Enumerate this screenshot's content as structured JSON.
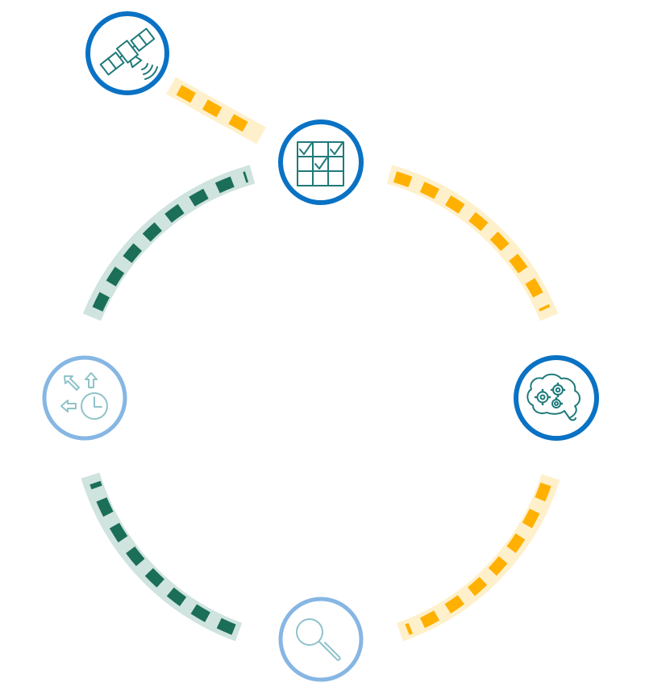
{
  "colors": {
    "strong_ring": "#0a72c4",
    "light_ring": "#86b6e3",
    "icon_teal": "#1f7a7a",
    "icon_light": "#8fc3c9",
    "track_green": "#cfe3df",
    "dash_green": "#1b6e57",
    "track_orange": "#fff0cc",
    "dash_orange": "#ffb000"
  },
  "nodes": [
    {
      "id": "satellite",
      "icon": "satellite-icon",
      "style": "strong"
    },
    {
      "id": "checklist-grid",
      "icon": "checklist-grid-icon",
      "style": "strong"
    },
    {
      "id": "brain-gears",
      "icon": "brain-gears-icon",
      "style": "strong"
    },
    {
      "id": "magnifier",
      "icon": "magnifier-icon",
      "style": "light"
    },
    {
      "id": "arrows-clock",
      "icon": "arrows-clock-icon",
      "style": "light"
    }
  ],
  "connectors": [
    {
      "id": "satellite-to-grid",
      "style": "orange"
    },
    {
      "id": "grid-to-brain",
      "style": "orange"
    },
    {
      "id": "brain-to-magnifier",
      "style": "orange"
    },
    {
      "id": "magnifier-to-clock",
      "style": "green"
    },
    {
      "id": "clock-to-grid",
      "style": "green"
    }
  ]
}
